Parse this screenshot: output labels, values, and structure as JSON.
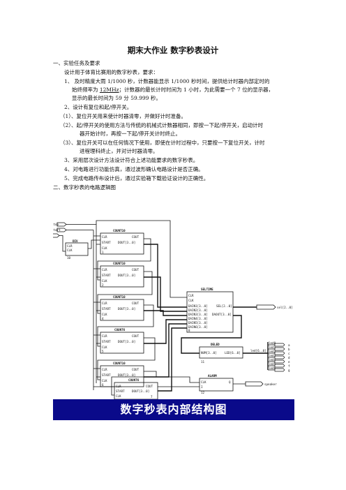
{
  "title": "期末大作业  数字秒表设计",
  "sections": {
    "s1_heading": "一、实验任务及要求",
    "intro": "设计用于体育比赛用的数字秒表，要求：",
    "item1_a_pre": "1、 及时精度大雨 1/1000 秒，计数器能显示 1/1000 秒时间，提供给计时器内部定时的",
    "item1_b_pre": "始终频率为 ",
    "item1_b_u": "12MHz",
    "item1_b_post": "；计数器的最长计时时间为 1 小时，为此需要一个 7 位的显示器，",
    "item1_c": "显示的最长时间为 59 分 59.999 秒。",
    "item2": "2、设计有复位和起/停开关。",
    "item2_1": "（1）、复位开关用来使计时器清零，并做好计时准备。",
    "item2_2a": "（2）、起/停开关的使用方法与传统的机械式计数器相同，即按一下起/停开关，启动计时",
    "item2_2b": "器开始计时，再按一下起/停开关计时终止。",
    "item2_3a": "（3）、复位开关可以在任何情况下使用，即使在计时过程中，只要按一下复位开关，计时",
    "item2_3b": "进程理科终止，并对计时器清零。",
    "item3": "3、采用层次设计方法设计符合上述功能要求的数字秒表。",
    "item4": "4、对电路进行功能仿真，通过波形确认电路设计是否正确。",
    "item5": "5、完成电路传布设计后，通过实验箱下载验证设计的正确性。",
    "s2_heading": "二、数字秒表的电路逻辑图"
  },
  "figure": {
    "caption": "数字秒表内部结构图",
    "inputs": [
      "stop",
      "start",
      "clk"
    ],
    "div": {
      "name": "DIV",
      "pins": [
        "CLR",
        "CLK"
      ],
      "inst": "10"
    },
    "counters": [
      {
        "name": "COUNT10",
        "pins": [
          "CLR",
          "START",
          "CLK"
        ],
        "outs": [
          "COUT",
          "DOUT[3..0]"
        ],
        "inst": "1"
      },
      {
        "name": "COUNT10",
        "pins": [
          "CLR",
          "START",
          "CLK"
        ],
        "outs": [
          "COUT",
          "DOUT[3..0]"
        ],
        "inst": "2"
      },
      {
        "name": "COUNT10",
        "pins": [
          "CLR",
          "START",
          "CLK"
        ],
        "outs": [
          "COUT",
          "DOUT[3..0]"
        ],
        "inst": "4"
      },
      {
        "name": "COUNT6",
        "pins": [
          "CLR",
          "START",
          "CLK"
        ],
        "outs": [
          "COUT",
          "DOUT[3..0]"
        ],
        "inst": "5"
      },
      {
        "name": "COUNT10",
        "pins": [
          "CLR",
          "START",
          "CLK"
        ],
        "outs": [
          "COUT",
          "DOUT[3..0]"
        ],
        "inst": "6"
      },
      {
        "name": "COUNT6",
        "pins": [
          "CLR",
          "START",
          "CLK"
        ],
        "outs": [
          "COUT",
          "DOUT[3..0]"
        ],
        "inst": "7"
      }
    ],
    "seltime": {
      "name": "SELTIME",
      "pins": [
        "CLR",
        "CLK",
        "DAIN1[3..0]",
        "DAIN2[3..0]",
        "DAIN3[3..0]",
        "DAIN4[3..0]",
        "DAIN5[3..0]",
        "DAIN6[3..0]"
      ],
      "outs": [
        "SEL[2..0]",
        "DAOUT[3..0]"
      ],
      "inst": "8"
    },
    "sel_out": "sel[2..0]",
    "deled": {
      "name": "DELED",
      "pin": "NUM[3..0]",
      "out": "LED[6..0]",
      "inst": "11"
    },
    "led_bus": "led[6..0]",
    "led_outs": [
      "a",
      "b",
      "c",
      "d",
      "e",
      "f",
      "g"
    ],
    "led_labels": [
      "led0",
      "led1",
      "led2",
      "led3",
      "led4",
      "led5",
      "led6"
    ],
    "alarm": {
      "name": "ALARM",
      "pins": [
        "CLK",
        "I"
      ],
      "out": "Q",
      "inst": "12"
    },
    "speaker": "speaker"
  }
}
